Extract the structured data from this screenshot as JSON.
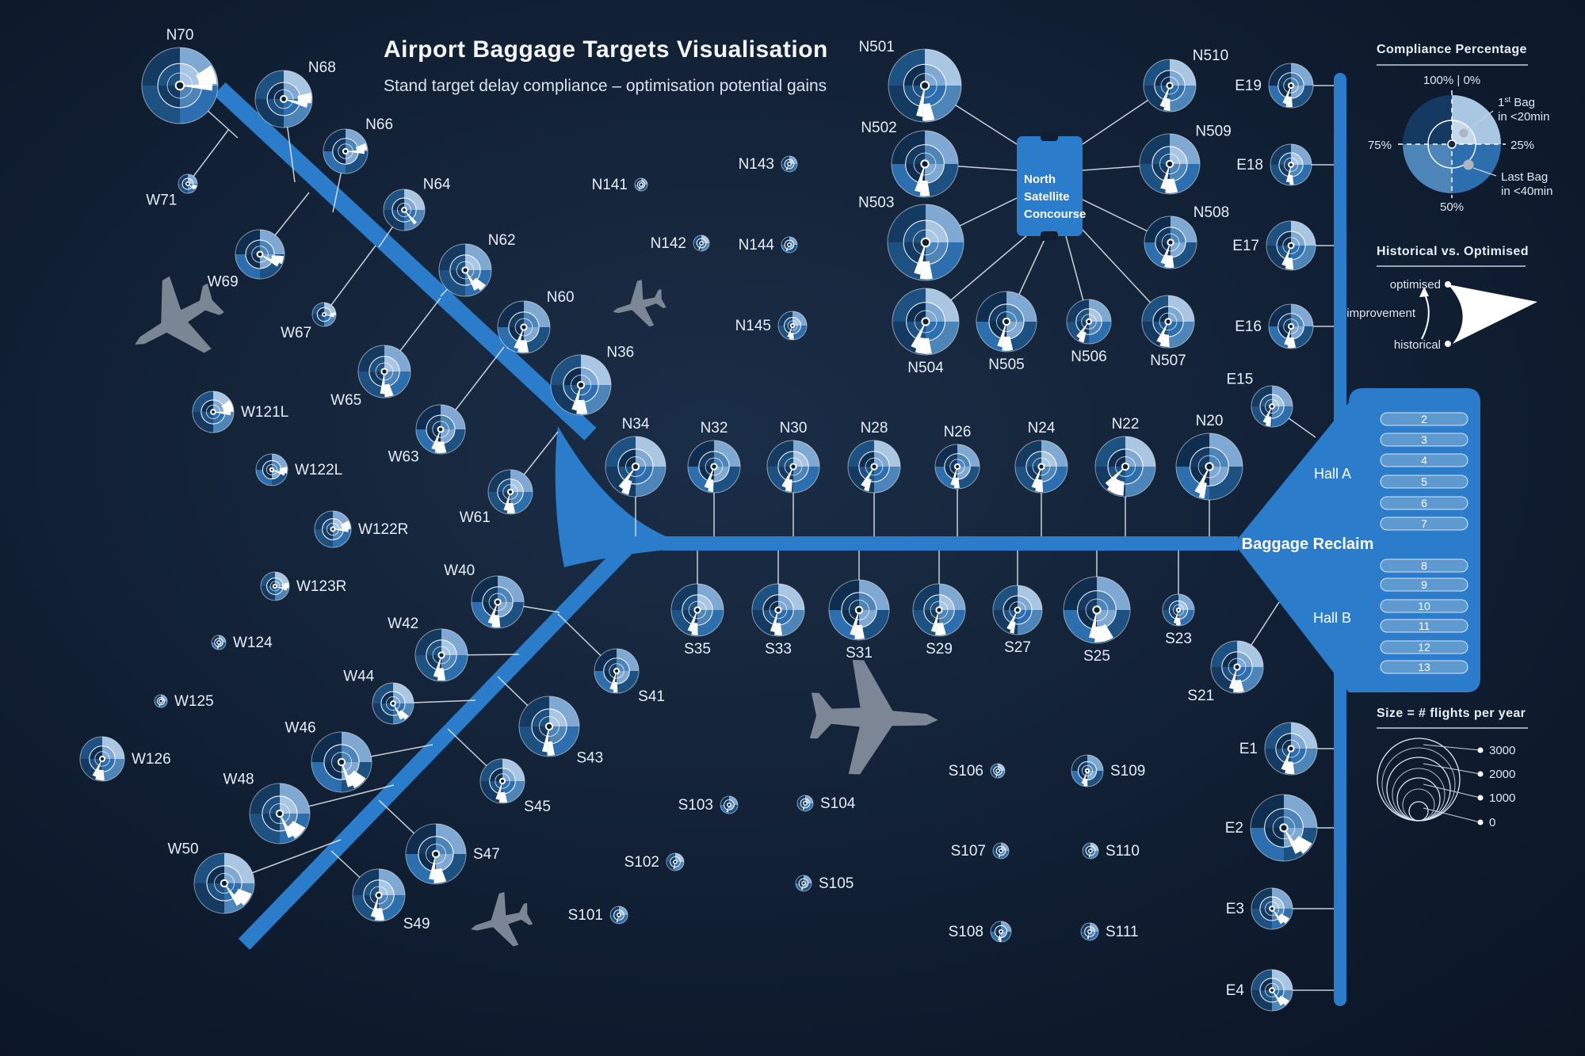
{
  "title": "Airport Baggage Targets Visualisation",
  "subtitle": "Stand target delay compliance – optimisation potential gains",
  "colors": {
    "bg1": "#0a1321",
    "bg2": "#18293f",
    "pier": "#2b7ccb",
    "belt": "#5e9ad0",
    "belt_border": "#d7e4f0",
    "navy": "#143a61",
    "deep": "#0f2d4e",
    "middark": "#1d5181",
    "mid": "#2d6fae",
    "steel": "#4e85b8",
    "light": "#7fa9d2",
    "pale": "#a9c6e2",
    "gauge_inner_hl": "#c6d9ec",
    "text": "#e6edf6",
    "gray_plane": "#8e98a6",
    "marker_gray": "#aeb6c2",
    "connector": "#e9eef5"
  },
  "chart_data": {
    "type": "scatter",
    "title": "Airport Baggage Targets Visualisation",
    "subtitle": "Stand target delay compliance – optimisation potential gains",
    "encoding": {
      "glyph": "circular gauge per aircraft stand, positioned on airport map",
      "size": "circle area = # flights per year (see size legend, 0-3000)",
      "angle": "needle angle clockwise from top = compliance percentage (0% top-right, 25% right, 50% bottom, 75% left, 100% top)",
      "rings": "outer ring = Last Bag in <40min, inner ring = 1st Bag in <20min",
      "white_wedge": "improvement potential between historical and optimised",
      "derived": {
        "compliance_pct": "needle_deg / 3.6",
        "improvement_pct": "improve_deg / 3.6",
        "flights_per_year": "3000 * (r / 52)^2"
      }
    },
    "stand_columns": [
      "id",
      "x",
      "y",
      "r",
      "needle_deg",
      "improve_deg",
      "label_pos",
      "palette",
      "link_x",
      "link_y"
    ],
    "stands": [
      [
        "N70",
        227,
        108,
        48,
        93,
        30,
        "n",
        0,
        300,
        174
      ],
      [
        "N68",
        358,
        125,
        36,
        105,
        22,
        "ne",
        1,
        372,
        230
      ],
      [
        "N66",
        436,
        191,
        28,
        92,
        18,
        "ne",
        2,
        420,
        268
      ],
      [
        "W71",
        237,
        232,
        12,
        130,
        25,
        "sw",
        0,
        288,
        164
      ],
      [
        "N64",
        510,
        265,
        26,
        140,
        0,
        "ne",
        1,
        478,
        312
      ],
      [
        "W69",
        328,
        321,
        31,
        120,
        20,
        "sw",
        2,
        390,
        243
      ],
      [
        "N62",
        587,
        341,
        33,
        150,
        18,
        "ne",
        0,
        556,
        374
      ],
      [
        "W67",
        409,
        397,
        15,
        100,
        15,
        "sw",
        1,
        474,
        310
      ],
      [
        "N60",
        661,
        413,
        33,
        200,
        25,
        "ne",
        2,
        640,
        440
      ],
      [
        "W65",
        485,
        469,
        33,
        185,
        20,
        "sw",
        0,
        556,
        376
      ],
      [
        "N36",
        733,
        486,
        38,
        195,
        22,
        "ne",
        1,
        715,
        499
      ],
      [
        "W63",
        556,
        542,
        31,
        200,
        28,
        "sw",
        2,
        636,
        438
      ],
      [
        "W61",
        644,
        621,
        28,
        195,
        22,
        "sw",
        0,
        704,
        545
      ],
      [
        "W121L",
        269,
        520,
        26,
        95,
        35,
        "e",
        1,
        null,
        null
      ],
      [
        "W122L",
        343,
        593,
        20,
        110,
        25,
        "e",
        2,
        null,
        null
      ],
      [
        "W122R",
        420,
        668,
        23,
        95,
        28,
        "e",
        0,
        null,
        null
      ],
      [
        "W123R",
        347,
        740,
        18,
        105,
        25,
        "e",
        1,
        null,
        null
      ],
      [
        "W124",
        276,
        811,
        9,
        190,
        0,
        "e",
        2,
        null,
        null
      ],
      [
        "W125",
        203,
        885,
        8,
        195,
        0,
        "e",
        0,
        null,
        null
      ],
      [
        "W126",
        129,
        958,
        28,
        205,
        25,
        "e",
        1,
        null,
        null
      ],
      [
        "W40",
        628,
        760,
        33,
        200,
        20,
        "nw",
        2,
        706,
        773
      ],
      [
        "W42",
        557,
        827,
        33,
        195,
        18,
        "nw",
        0,
        655,
        826
      ],
      [
        "W44",
        496,
        888,
        26,
        150,
        15,
        "nw",
        1,
        600,
        884
      ],
      [
        "W46",
        431,
        962,
        38,
        160,
        30,
        "nw",
        2,
        546,
        940
      ],
      [
        "W48",
        353,
        1027,
        38,
        155,
        30,
        "nw",
        0,
        497,
        991
      ],
      [
        "W50",
        283,
        1115,
        38,
        145,
        28,
        "nw",
        1,
        430,
        1060
      ],
      [
        "S41",
        778,
        847,
        28,
        195,
        12,
        "se",
        2,
        704,
        775
      ],
      [
        "S43",
        693,
        917,
        38,
        190,
        15,
        "se",
        0,
        628,
        854
      ],
      [
        "S45",
        634,
        986,
        28,
        195,
        22,
        "se",
        1,
        565,
        920
      ],
      [
        "S47",
        550,
        1078,
        38,
        190,
        25,
        "e",
        2,
        478,
        1010
      ],
      [
        "S49",
        478,
        1130,
        33,
        195,
        22,
        "se",
        0,
        418,
        1074
      ],
      [
        "N34",
        802,
        589,
        38,
        215,
        15,
        "n",
        1,
        802,
        677
      ],
      [
        "N32",
        901,
        589,
        33,
        200,
        12,
        "n",
        2,
        901,
        677
      ],
      [
        "N30",
        1001,
        589,
        33,
        205,
        15,
        "n",
        0,
        1001,
        677
      ],
      [
        "N28",
        1103,
        589,
        33,
        210,
        12,
        "n",
        1,
        1103,
        677
      ],
      [
        "N26",
        1208,
        589,
        28,
        195,
        15,
        "n",
        2,
        1208,
        677
      ],
      [
        "N24",
        1314,
        589,
        33,
        200,
        18,
        "n",
        0,
        1314,
        677
      ],
      [
        "N22",
        1420,
        589,
        38,
        225,
        35,
        "n",
        1,
        1420,
        677
      ],
      [
        "N20",
        1526,
        589,
        42,
        205,
        10,
        "n",
        2,
        1526,
        677
      ],
      [
        "S35",
        880,
        770,
        33,
        200,
        15,
        "s",
        0,
        880,
        695
      ],
      [
        "S33",
        982,
        770,
        33,
        195,
        18,
        "s",
        1,
        982,
        695
      ],
      [
        "S31",
        1084,
        770,
        38,
        195,
        20,
        "s",
        2,
        1084,
        695
      ],
      [
        "S29",
        1185,
        770,
        33,
        195,
        25,
        "s",
        0,
        1185,
        695
      ],
      [
        "S27",
        1284,
        770,
        31,
        205,
        10,
        "s",
        1,
        1284,
        695
      ],
      [
        "S25",
        1384,
        770,
        42,
        190,
        35,
        "s",
        2,
        1384,
        695
      ],
      [
        "S23",
        1487,
        770,
        20,
        195,
        18,
        "s",
        0,
        1487,
        695
      ],
      [
        "S21",
        1561,
        842,
        33,
        195,
        25,
        "sw",
        1,
        1614,
        760
      ],
      [
        "N141",
        809,
        233,
        8,
        200,
        0,
        "w",
        2,
        null,
        null
      ],
      [
        "N143",
        996,
        207,
        10,
        205,
        0,
        "w",
        0,
        null,
        null
      ],
      [
        "N142",
        885,
        307,
        10,
        200,
        0,
        "w",
        1,
        null,
        null
      ],
      [
        "N144",
        996,
        309,
        10,
        205,
        0,
        "w",
        2,
        null,
        null
      ],
      [
        "N145",
        1000,
        411,
        18,
        200,
        20,
        "w",
        0,
        null,
        null
      ],
      [
        "N501",
        1167,
        108,
        46,
        190,
        20,
        "nw",
        1,
        1283,
        182
      ],
      [
        "N502",
        1167,
        207,
        42,
        195,
        18,
        "nw",
        2,
        1283,
        215
      ],
      [
        "N503",
        1168,
        306,
        48,
        195,
        20,
        "nw",
        0,
        1283,
        250
      ],
      [
        "N504",
        1168,
        406,
        42,
        205,
        30,
        "s",
        1,
        1295,
        298
      ],
      [
        "N505",
        1270,
        406,
        38,
        195,
        22,
        "s",
        2,
        1320,
        298
      ],
      [
        "N506",
        1374,
        406,
        28,
        215,
        15,
        "s",
        0,
        1345,
        298
      ],
      [
        "N507",
        1474,
        406,
        33,
        205,
        22,
        "s",
        1,
        1366,
        290
      ],
      [
        "N508",
        1477,
        306,
        33,
        200,
        22,
        "ne",
        2,
        1366,
        252
      ],
      [
        "N509",
        1476,
        207,
        38,
        195,
        25,
        "ne",
        0,
        1366,
        215
      ],
      [
        "N510",
        1476,
        108,
        33,
        200,
        15,
        "ne",
        1,
        1366,
        182
      ],
      [
        "E19",
        1629,
        108,
        28,
        200,
        18,
        "w",
        2,
        1683,
        108
      ],
      [
        "E18",
        1629,
        208,
        26,
        190,
        12,
        "w",
        0,
        1683,
        208
      ],
      [
        "E17",
        1629,
        310,
        31,
        200,
        20,
        "w",
        1,
        1683,
        310
      ],
      [
        "E16",
        1629,
        412,
        28,
        195,
        22,
        "w",
        2,
        1683,
        412
      ],
      [
        "E15",
        1605,
        513,
        26,
        205,
        15,
        "nw",
        0,
        1660,
        552
      ],
      [
        "E1",
        1629,
        945,
        33,
        200,
        22,
        "w",
        1,
        1683,
        945
      ],
      [
        "E2",
        1620,
        1045,
        42,
        150,
        25,
        "w",
        2,
        1683,
        1045
      ],
      [
        "E3",
        1605,
        1147,
        26,
        145,
        20,
        "w",
        0,
        1683,
        1147
      ],
      [
        "E4",
        1605,
        1250,
        26,
        145,
        18,
        "w",
        1,
        1683,
        1250
      ],
      [
        "S103",
        920,
        1016,
        11,
        195,
        0,
        "w",
        2,
        null,
        null
      ],
      [
        "S104",
        1016,
        1014,
        10,
        195,
        0,
        "e",
        0,
        null,
        null
      ],
      [
        "S102",
        852,
        1088,
        11,
        190,
        0,
        "w",
        1,
        null,
        null
      ],
      [
        "S105",
        1014,
        1115,
        10,
        195,
        0,
        "e",
        2,
        null,
        null
      ],
      [
        "S101",
        781,
        1155,
        11,
        195,
        0,
        "w",
        0,
        null,
        null
      ],
      [
        "S106",
        1259,
        973,
        9,
        195,
        0,
        "w",
        1,
        null,
        null
      ],
      [
        "S109",
        1372,
        973,
        20,
        200,
        15,
        "e",
        2,
        null,
        null
      ],
      [
        "S107",
        1263,
        1074,
        10,
        195,
        0,
        "w",
        0,
        null,
        null
      ],
      [
        "S110",
        1376,
        1074,
        10,
        190,
        0,
        "e",
        1,
        null,
        null
      ],
      [
        "S108",
        1263,
        1176,
        13,
        195,
        12,
        "w",
        2,
        null,
        null
      ],
      [
        "S111",
        1375,
        1176,
        11,
        195,
        0,
        "e",
        0,
        null,
        null
      ]
    ],
    "planes": [
      [
        222,
        405,
        240,
        1.1
      ],
      [
        806,
        385,
        255,
        0.62
      ],
      [
        1102,
        906,
        92,
        1.5
      ],
      [
        632,
        1163,
        255,
        0.72
      ]
    ],
    "legend_compliance": {
      "title": "Compliance Percentage",
      "top": "100%  |  0%",
      "right": "25%",
      "bottom": "50%",
      "left": "75%",
      "first_bag_num": "1",
      "first_bag_sup": "st",
      "first_bag_rest": " Bag",
      "first_bag_line2": "in <20min",
      "last_bag_line1": "Last Bag",
      "last_bag_line2": "in <40min"
    },
    "legend_hist": {
      "title": "Historical vs. Optimised",
      "optimised": "optimised",
      "improvement": "improvement",
      "historical": "historical"
    },
    "legend_size": {
      "title": "Size = # flights per year",
      "items": [
        {
          "label": "3000",
          "r": 52
        },
        {
          "label": "2000",
          "r": 40
        },
        {
          "label": "1000",
          "r": 27
        },
        {
          "label": "0",
          "r": 12
        }
      ],
      "extra_rings": [
        46,
        33,
        20
      ],
      "label_y": [
        947,
        977,
        1007,
        1038
      ]
    },
    "reclaim": {
      "label": "Baggage Reclaim",
      "hall_a": "Hall A",
      "hall_b": "Hall B",
      "belts_a": [
        "2",
        "3",
        "4",
        "5",
        "6",
        "7"
      ],
      "belts_b": [
        "8",
        "9",
        "10",
        "11",
        "12",
        "13"
      ],
      "belts_a_y": [
        529,
        555,
        581,
        608,
        635,
        661
      ],
      "belts_b_y": [
        714,
        738,
        765,
        790,
        817,
        842
      ]
    },
    "concourse": {
      "lines": [
        "North",
        "Satellite",
        "Concourse"
      ]
    }
  }
}
